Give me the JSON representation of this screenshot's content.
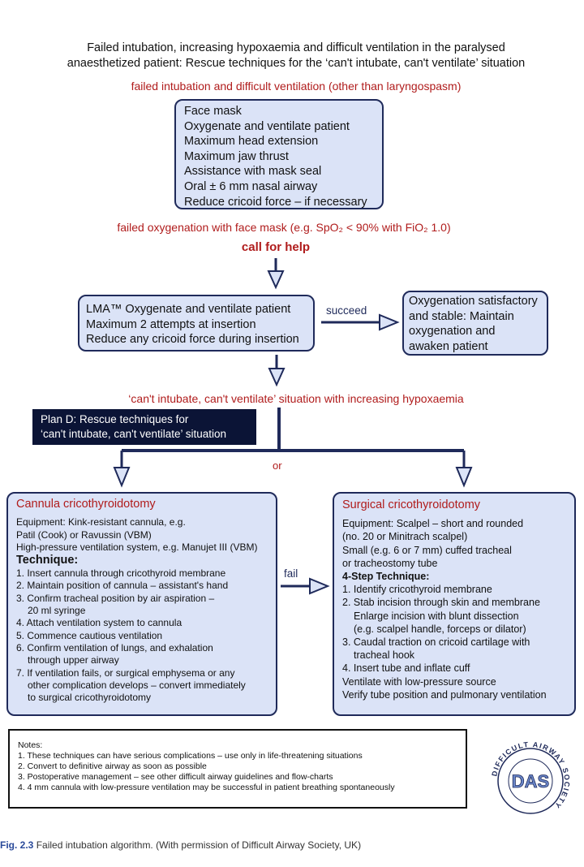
{
  "title": {
    "line1": "Failed intubation, increasing hypoxaemia and difficult ventilation in the paralysed",
    "line2": "anaesthetized patient: Rescue techniques for the ‘can't intubate, can't ventilate’ situation"
  },
  "labels": {
    "failed_intubation": "failed intubation and difficult ventilation (other than laryngospasm)",
    "failed_oxygenation": "failed oxygenation with face mask (e.g. SpO₂ < 90% with FiO₂ 1.0)",
    "call_for_help": "call for help",
    "succeed": "succeed",
    "cicv": "‘can't intubate, can't ventilate’ situation with increasing hypoxaemia",
    "or": "or",
    "fail": "fail"
  },
  "face_mask_box": {
    "lines": [
      "Face mask",
      "Oxygenate and ventilate patient",
      "Maximum head extension",
      "Maximum jaw thrust",
      "Assistance with mask seal",
      "Oral ± 6 mm nasal airway",
      "Reduce cricoid force – if necessary"
    ]
  },
  "lma_box": {
    "lines": [
      "LMA™ Oxygenate and ventilate patient",
      "Maximum 2 attempts at insertion",
      "Reduce any cricoid force during insertion"
    ]
  },
  "oxygenation_box": {
    "lines": [
      "Oxygenation satisfactory",
      "and stable: Maintain",
      "oxygenation and",
      "awaken patient"
    ]
  },
  "plan_d": {
    "line1": "Plan D: Rescue techniques for",
    "line2": "‘can't intubate, can't ventilate’ situation"
  },
  "cannula": {
    "title": "Cannula cricothyroidotomy",
    "equipment": [
      "Equipment: Kink-resistant cannula, e.g.",
      "Patil (Cook) or Ravussin (VBM)",
      "High-pressure ventilation system, e.g. Manujet III (VBM)"
    ],
    "technique_label": "Technique:",
    "steps": [
      {
        "text": "1. Insert cannula through cricothyroid membrane",
        "indent": false
      },
      {
        "text": "2. Maintain position of cannula – assistant's hand",
        "indent": false
      },
      {
        "text": "3. Confirm tracheal position by air aspiration –",
        "indent": false
      },
      {
        "text": "20 ml syringe",
        "indent": true
      },
      {
        "text": "4. Attach ventilation system to cannula",
        "indent": false
      },
      {
        "text": "5. Commence cautious ventilation",
        "indent": false
      },
      {
        "text": "6. Confirm ventilation of lungs, and exhalation",
        "indent": false
      },
      {
        "text": "through upper airway",
        "indent": true
      },
      {
        "text": "7. If ventilation fails, or surgical emphysema or any",
        "indent": false
      },
      {
        "text": "other complication develops – convert immediately",
        "indent": true
      },
      {
        "text": "to surgical cricothyroidotomy",
        "indent": true
      }
    ]
  },
  "surgical": {
    "title": "Surgical cricothyroidotomy",
    "equipment": [
      "Equipment: Scalpel – short and rounded",
      "(no. 20 or Minitrach scalpel)",
      "Small (e.g. 6 or 7 mm) cuffed tracheal",
      "or tracheostomy tube"
    ],
    "technique_label": "4-Step Technique:",
    "steps": [
      {
        "text": "1. Identify cricothyroid membrane",
        "indent": false
      },
      {
        "text": "2. Stab incision through skin and membrane",
        "indent": false
      },
      {
        "text": "Enlarge incision with blunt dissection",
        "indent": true
      },
      {
        "text": "(e.g. scalpel handle, forceps or dilator)",
        "indent": true
      },
      {
        "text": "3. Caudal traction on cricoid cartilage with",
        "indent": false
      },
      {
        "text": "tracheal hook",
        "indent": true
      },
      {
        "text": "4. Insert tube and inflate cuff",
        "indent": false
      },
      {
        "text": "Ventilate with low-pressure source",
        "indent": false
      },
      {
        "text": "Verify tube position and pulmonary ventilation",
        "indent": false
      }
    ]
  },
  "notes": {
    "heading": "Notes:",
    "items": [
      "1. These techniques can have serious complications – use only in life-threatening situations",
      "2. Convert to definitive airway as soon as possible",
      "3. Postoperative management – see other difficult airway guidelines and flow-charts",
      "4. 4 mm cannula with low-pressure ventilation may be successful in patient breathing spontaneously"
    ]
  },
  "caption": {
    "label": "Fig. 2.3",
    "text": "Failed intubation algorithm. (With permission of Difficult Airway Society, UK)"
  },
  "logo": {
    "letters": "DAS",
    "ring_text": "DIFFICULT AIRWAY SOCIETY"
  },
  "colors": {
    "box_fill": "#dbe3f7",
    "box_border": "#1f2a5a",
    "arrow": "#1f2a5a",
    "red_text": "#b01c1c",
    "plan_fill": "#0b1436"
  }
}
